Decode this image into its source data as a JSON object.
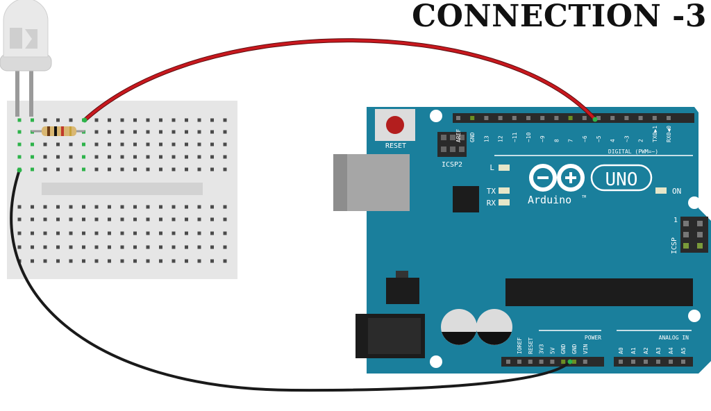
{
  "title": "CONNECTION -3",
  "colors": {
    "board": "#1a7f9c",
    "board_edge": "#166e88",
    "breadboard": "#e6e6e6",
    "wire_red": "#c8181e",
    "wire_black": "#1a1a1a",
    "reset": "#b31e1e",
    "hole_green": "#2db34a"
  },
  "board": {
    "reset": "RESET",
    "icsp2": "ICSP2",
    "icsp": "ICSP",
    "icsp_pin": "1",
    "digital": "DIGITAL (PWM=~)",
    "brand": "Arduino",
    "tm": "TM",
    "model": "UNO",
    "led_l": "L",
    "led_tx": "TX",
    "led_rx": "RX",
    "led_on": "ON",
    "power": "POWER",
    "analog": "ANALOG IN",
    "digital_pins": [
      "AREF",
      "GND",
      "13",
      "12",
      "~11",
      "~10",
      "~9",
      "8",
      "7",
      "~6",
      "~5",
      "4",
      "~3",
      "2",
      "TX0▶1",
      "RX0◀0"
    ],
    "power_pins": [
      "IOREF",
      "RESET",
      "3V3",
      "5V",
      "GND",
      "GND",
      "VIN"
    ],
    "analog_pins": [
      "A0",
      "A1",
      "A2",
      "A3",
      "A4",
      "A5"
    ]
  }
}
